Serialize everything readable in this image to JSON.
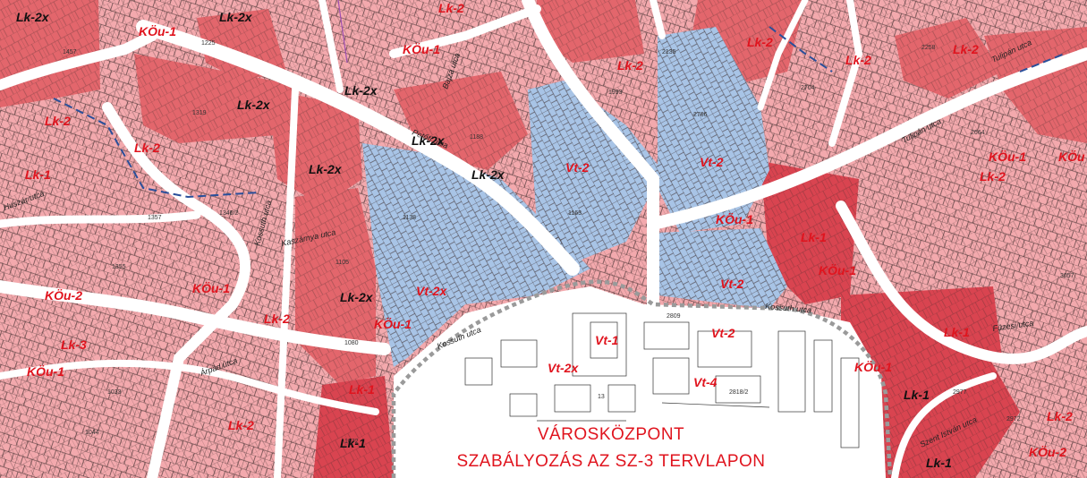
{
  "colors": {
    "lk_zone": "#f3a9ad",
    "lk_dark_zone": "#e3666c",
    "lk_strong_zone": "#d94450",
    "vt_zone": "#a8c4e6",
    "road": "#ffffff",
    "plot_line": "#3a2a2a",
    "label_red": "#e0141e",
    "boundary_grey": "#9a9a9a",
    "boundary_blue": "#2a4f9a"
  },
  "zone_labels": [
    {
      "text": "Lk-2x",
      "dark": true
    },
    {
      "text": "Lk-2x",
      "dark": true
    },
    {
      "text": "KÖu-1",
      "dark": false
    },
    {
      "text": "Lk-2",
      "dark": false
    },
    {
      "text": "KÖu-1",
      "dark": false
    },
    {
      "text": "Lk-2",
      "dark": false
    },
    {
      "text": "Lk-2",
      "dark": false
    },
    {
      "text": "Lk-2",
      "dark": false
    },
    {
      "text": "Lk-2x",
      "dark": true
    },
    {
      "text": "Lk-2x",
      "dark": true
    },
    {
      "text": "Lk-2",
      "dark": false
    },
    {
      "text": "Lk-2",
      "dark": false
    },
    {
      "text": "Lk-2x",
      "dark": true
    },
    {
      "text": "Lk-2x",
      "dark": true
    },
    {
      "text": "Lk-2x",
      "dark": true
    },
    {
      "text": "Vt-2",
      "dark": false
    },
    {
      "text": "Vt-2",
      "dark": false
    },
    {
      "text": "Lk-2",
      "dark": false
    },
    {
      "text": "Lk-1",
      "dark": false
    },
    {
      "text": "KÖu-1",
      "dark": false
    },
    {
      "text": "Lk-2",
      "dark": false
    },
    {
      "text": "KÖu-2",
      "dark": false
    },
    {
      "text": "KÖu-1",
      "dark": false
    },
    {
      "text": "Lk-2",
      "dark": false
    },
    {
      "text": "Lk-2x",
      "dark": true
    },
    {
      "text": "Vt-2x",
      "dark": false
    },
    {
      "text": "KÖu-1",
      "dark": false
    },
    {
      "text": "KÖu-1",
      "dark": false
    },
    {
      "text": "Vt-2",
      "dark": false
    },
    {
      "text": "KÖu-1",
      "dark": false
    },
    {
      "text": "Lk-1",
      "dark": false
    },
    {
      "text": "Lk-3",
      "dark": false
    },
    {
      "text": "KÖu-1",
      "dark": false
    },
    {
      "text": "Vt-1",
      "dark": false
    },
    {
      "text": "Vt-2",
      "dark": false
    },
    {
      "text": "Vt-2x",
      "dark": false
    },
    {
      "text": "Vt-4",
      "dark": false
    },
    {
      "text": "KÖu-1",
      "dark": false
    },
    {
      "text": "Lk-1",
      "dark": false
    },
    {
      "text": "Lk-1",
      "dark": false
    },
    {
      "text": "Lk-1",
      "dark": true
    },
    {
      "text": "Lk-2",
      "dark": false
    },
    {
      "text": "Lk-1",
      "dark": true
    },
    {
      "text": "Lk-1",
      "dark": true
    },
    {
      "text": "KÖu-2",
      "dark": false
    },
    {
      "text": "Lk-2",
      "dark": false
    },
    {
      "text": "KÖu",
      "dark": false
    }
  ],
  "street_labels": [
    {
      "text": "Petőfi utca"
    },
    {
      "text": "Kossuth utca"
    },
    {
      "text": "Bajza utca"
    },
    {
      "text": "Kaszárnya utca"
    },
    {
      "text": "Huszár utca"
    },
    {
      "text": "Kossuth utca"
    },
    {
      "text": "Kossuth utca"
    },
    {
      "text": "Árpád utca"
    },
    {
      "text": "Füzesi utca"
    },
    {
      "text": "Tulipán utca"
    },
    {
      "text": "Tulipán utca"
    },
    {
      "text": "Szent István utca"
    }
  ],
  "parcel_numbers": [
    {
      "text": "1457"
    },
    {
      "text": "1319"
    },
    {
      "text": "1225"
    },
    {
      "text": "2258"
    },
    {
      "text": "2766"
    },
    {
      "text": "1138"
    },
    {
      "text": "1163"
    },
    {
      "text": "1346/2"
    },
    {
      "text": "1357"
    },
    {
      "text": "1105"
    },
    {
      "text": "1080"
    },
    {
      "text": "1033"
    },
    {
      "text": "1072"
    },
    {
      "text": "2809"
    },
    {
      "text": "2664"
    },
    {
      "text": "3057"
    },
    {
      "text": "2977"
    },
    {
      "text": "2972"
    },
    {
      "text": "1188"
    },
    {
      "text": "1993"
    },
    {
      "text": "2135"
    },
    {
      "text": "2704"
    },
    {
      "text": "13"
    },
    {
      "text": "2818/2"
    },
    {
      "text": "1355"
    },
    {
      "text": "1044"
    }
  ],
  "caption": {
    "line1": "VÁROSKÖZPONT",
    "line2": "SZABÁLYOZÁS AZ SZ-3  TERVLAPON"
  }
}
